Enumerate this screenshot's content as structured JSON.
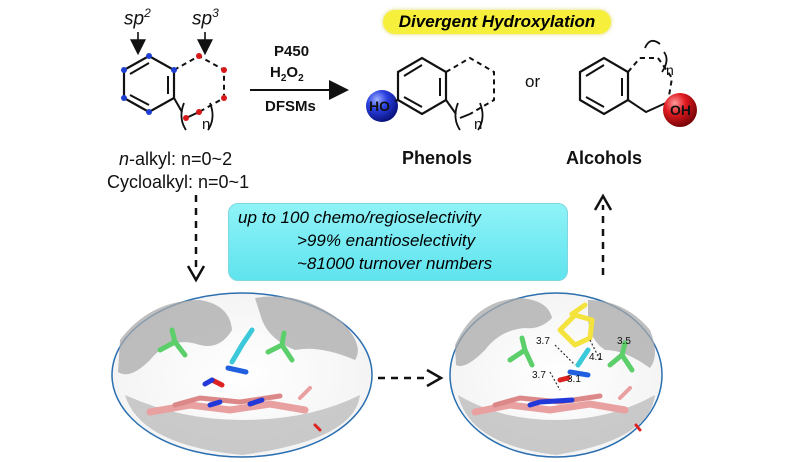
{
  "title": "Divergent Hydroxylation",
  "substrate": {
    "sp2_label": "sp",
    "sp2_sup": "2",
    "sp3_label": "sp",
    "sp3_sup": "3",
    "n_label": "n",
    "alkyl_prefix": "n",
    "alkyl_condition": "-alkyl: n=0~2",
    "cycloalkyl_condition": "Cycloalkyl: n=0~1"
  },
  "reagents": {
    "enzyme": "P450",
    "oxidant_main": "H",
    "oxidant_sub1": "2",
    "oxidant_mid": "O",
    "oxidant_sub2": "2",
    "additive": "DFSMs"
  },
  "products": {
    "or_text": "or",
    "phenol_ho": "HO",
    "phenol_n": "n",
    "alcohol_oh": "OH",
    "alcohol_n": "n",
    "phenols_label": "Phenols",
    "alcohols_label": "Alcohols"
  },
  "stats": {
    "line1": "up to 100 chemo/regioselectivity",
    "line2": ">99% enantioselectivity",
    "line3": "~81000 turnover numbers"
  },
  "distances": {
    "d1": "3.7",
    "d2": "3.5",
    "d3": "4.1",
    "d4": "3.7",
    "d5": "3.1"
  },
  "colors": {
    "banner": "#f6ef3c",
    "stats_box": "#6fe8f0",
    "phenol_sphere": "#1b2fd6",
    "alcohol_sphere": "#e0121b",
    "sp2_dot": "#1f3fd0",
    "sp3_dot": "#d81818"
  }
}
